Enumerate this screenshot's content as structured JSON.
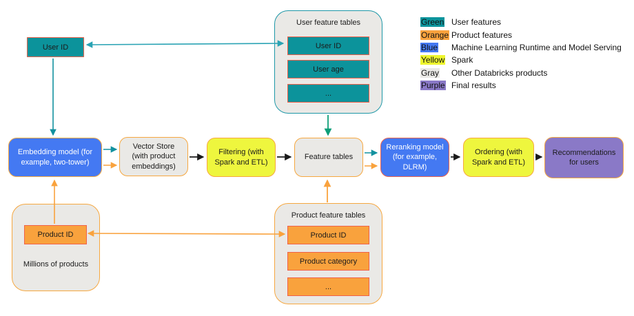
{
  "palette": {
    "teal": "#0c949c",
    "orange": "#f9a23d",
    "blue": "#4479f2",
    "yellow": "#eef63e",
    "gray": "#eae9e6",
    "purple": "#8a79c7",
    "coral_border": "#f0614a",
    "orange_border": "#f6a73f",
    "teal_border": "#1d97a7",
    "arrow_teal": "#12919f",
    "arrow_teal_light": "#2aa3b4",
    "arrow_green": "#0d9e78",
    "arrow_orange": "#f9a23d",
    "arrow_black": "#1a1a1a"
  },
  "diagram": {
    "user_id_box": "User ID",
    "user_feature_tables": {
      "title": "User feature tables",
      "rows": [
        "User ID",
        "User age",
        "..."
      ]
    },
    "pipeline": {
      "embedding": "Embedding model (for example, two-tower)",
      "vector_store": "Vector Store (with product embeddings)",
      "filtering": "Filtering (with Spark and ETL)",
      "feature_tables": "Feature tables",
      "reranking": "Reranking model (for example, DLRM)",
      "ordering": "Ordering (with Spark and ETL)",
      "recommendations": "Recommendations for users"
    },
    "millions": {
      "product_id": "Product ID",
      "caption": "Millions of products"
    },
    "product_feature_tables": {
      "title": "Product feature tables",
      "rows": [
        "Product ID",
        "Product category",
        "..."
      ]
    }
  },
  "legend": {
    "items": [
      {
        "name": "Green",
        "description": "User features",
        "swatch_style": "background:#0c949c"
      },
      {
        "name": "Orange",
        "description": "Product features",
        "swatch_style": "background:#f9a23d"
      },
      {
        "name": "Blue",
        "description": "Machine Learning Runtime and Model Serving",
        "swatch_style": "background:#4479f2"
      },
      {
        "name": "Yellow",
        "description": "Spark",
        "swatch_style": "background:#eef62e"
      },
      {
        "name": "Gray",
        "description": "Other Databricks products",
        "swatch_style": "background:#e9e8e5"
      },
      {
        "name": "Purple",
        "description": "Final results",
        "swatch_style": "background:#8a79c7"
      }
    ]
  }
}
